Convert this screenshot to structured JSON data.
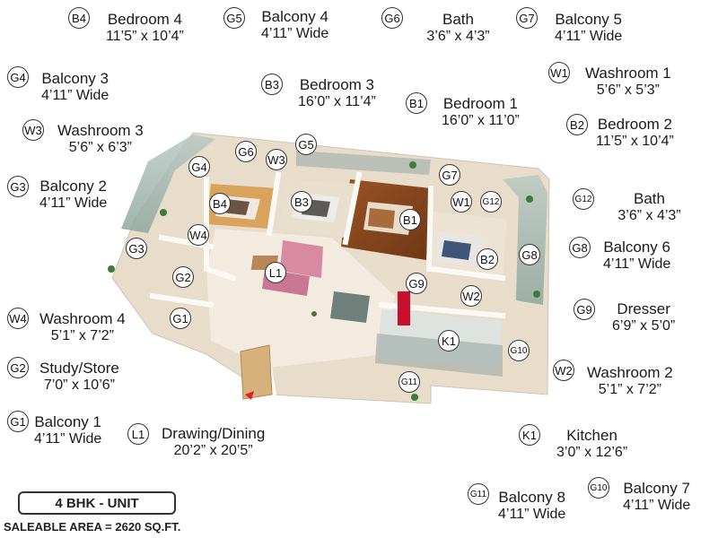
{
  "unit_title": "4 BHK - UNIT",
  "saleable_area": "SALEABLE AREA = 2620 SQ.FT.",
  "legend": [
    {
      "code": "B4",
      "name": "Bedroom 4",
      "size": "11’5” x 10’4”"
    },
    {
      "code": "G5",
      "name": "Balcony 4",
      "size": "4’11” Wide"
    },
    {
      "code": "G6",
      "name": "Bath",
      "size": "3’6” x 4’3”"
    },
    {
      "code": "G7",
      "name": "Balcony 5",
      "size": "4’11” Wide"
    },
    {
      "code": "G4",
      "name": "Balcony 3",
      "size": "4’11” Wide"
    },
    {
      "code": "B3",
      "name": "Bedroom 3",
      "size": "16’0” x 11’4”"
    },
    {
      "code": "W1",
      "name": "Washroom 1",
      "size": "5’6” x 5’3”"
    },
    {
      "code": "B1",
      "name": "Bedroom 1",
      "size": "16’0” x 11’0”"
    },
    {
      "code": "W3",
      "name": "Washroom 3",
      "size": "5’6” x 6’3”"
    },
    {
      "code": "B2",
      "name": "Bedroom 2",
      "size": "11’5” x 10’4”"
    },
    {
      "code": "G3",
      "name": "Balcony 2",
      "size": "4’11” Wide"
    },
    {
      "code": "G12",
      "name": "Bath",
      "size": "3’6” x 4’3”"
    },
    {
      "code": "G8",
      "name": "Balcony 6",
      "size": "4’11” Wide"
    },
    {
      "code": "G9",
      "name": "Dresser",
      "size": "6’9” x 5’0”"
    },
    {
      "code": "W4",
      "name": "Washroom 4",
      "size": "5’1” x 7’2”"
    },
    {
      "code": "G2",
      "name": "Study/Store",
      "size": "7’0” x 10’6”"
    },
    {
      "code": "W2",
      "name": "Washroom 2",
      "size": "5’1” x 7’2”"
    },
    {
      "code": "G1",
      "name": "Balcony 1",
      "size": "4’11” Wide"
    },
    {
      "code": "L1",
      "name": "Drawing/Dining",
      "size": "20’2” x 20’5”"
    },
    {
      "code": "K1",
      "name": "Kitchen",
      "size": "3’0” x 12’6”"
    },
    {
      "code": "G11",
      "name": "Balcony 8",
      "size": "4’11” Wide"
    },
    {
      "code": "G10",
      "name": "Balcony 7",
      "size": "4’11” Wide"
    }
  ],
  "plan_markers": [
    "G4",
    "G6",
    "W3",
    "G5",
    "B3",
    "B4",
    "W4",
    "G3",
    "G2",
    "G1",
    "L1",
    "B1",
    "G7",
    "W1",
    "G12",
    "B2",
    "G8",
    "G9",
    "W2",
    "K1",
    "G10",
    "G11"
  ],
  "colors": {
    "floor": "#efe4d2",
    "wood": "#8a4a22",
    "wall": "#f4f1ec",
    "glass": "#9fb7b0",
    "accent_red": "#e02020"
  }
}
